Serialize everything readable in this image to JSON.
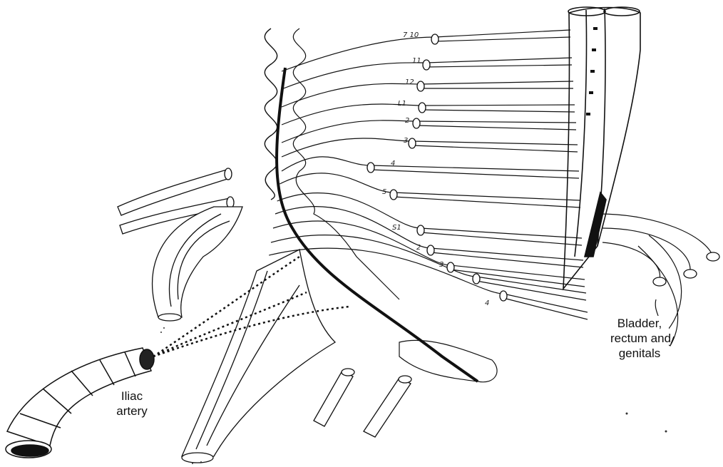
{
  "labels": {
    "bladder": [
      "Bladder,",
      "rectum and",
      "genitals"
    ],
    "iliac": [
      "Iliac",
      "artery"
    ]
  },
  "annotations": [
    "7 10",
    "11",
    "12",
    "L1",
    "2",
    "3",
    "4",
    "5",
    "S1",
    "2",
    "3",
    "4"
  ],
  "colors": {
    "ink": "#111111",
    "background": "#ffffff"
  }
}
